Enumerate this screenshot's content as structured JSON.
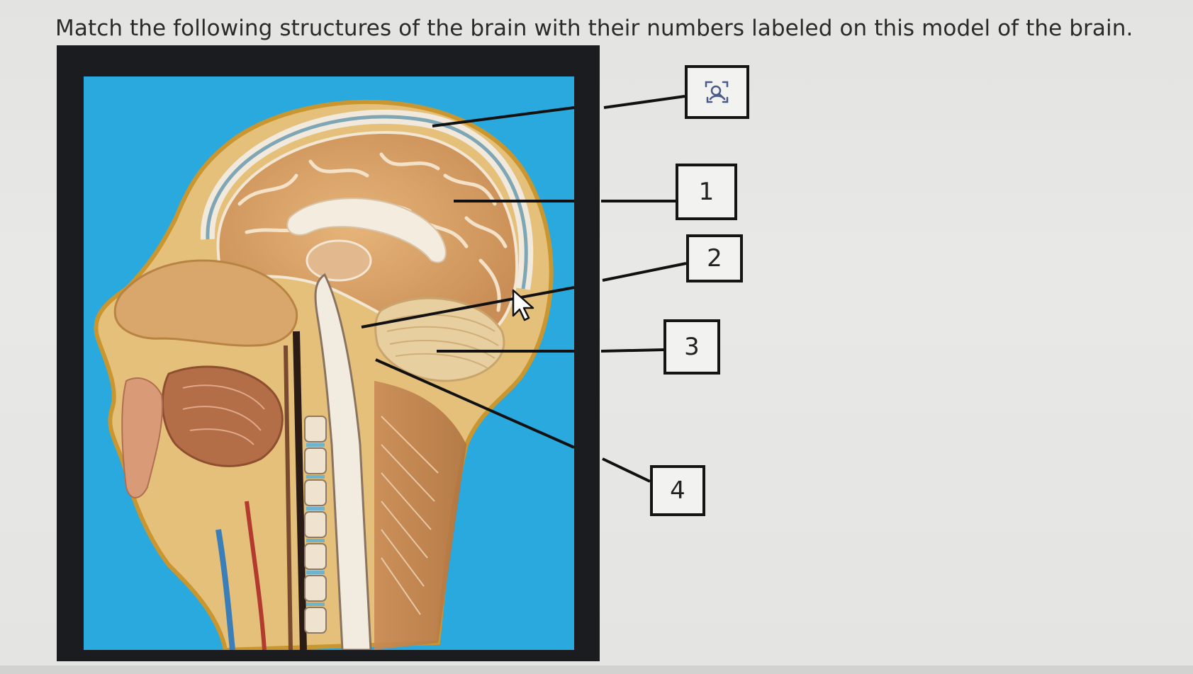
{
  "question": {
    "text": "Match the following structures of the brain with their numbers labeled on this model of the brain."
  },
  "image": {
    "icon": "image-search-icon"
  },
  "labels": [
    {
      "number": "1"
    },
    {
      "number": "2"
    },
    {
      "number": "3"
    },
    {
      "number": "4"
    }
  ],
  "colors": {
    "background_blue": "#2aa9df",
    "frame": "#1b1c20",
    "brain_tan": "#d9a46a",
    "skin": "#c98a55",
    "leader_line": "#111111"
  }
}
